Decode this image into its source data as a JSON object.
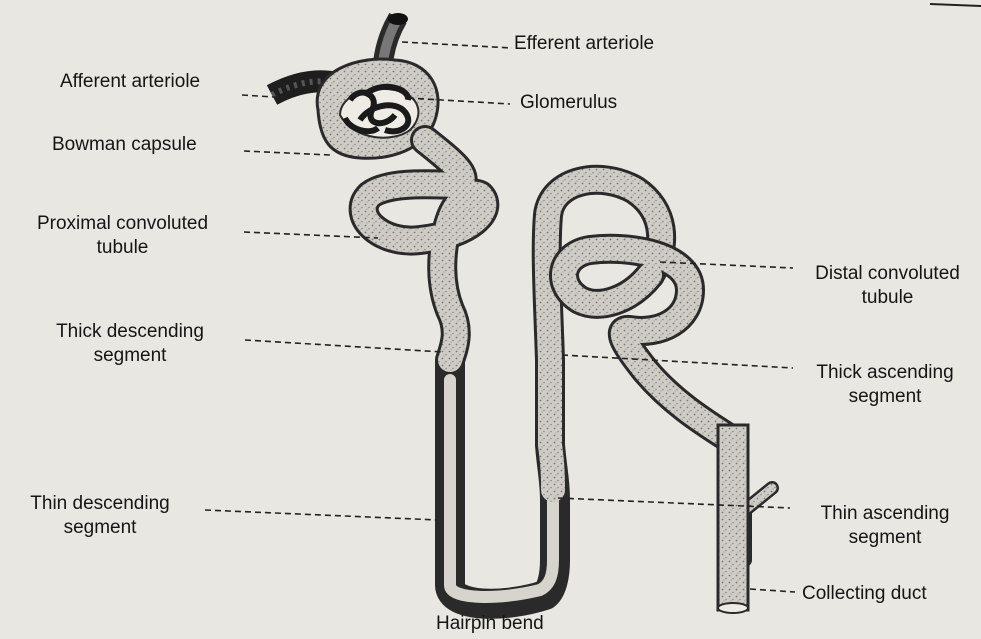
{
  "labels": {
    "efferent_arteriole": "Efferent arteriole",
    "afferent_arteriole": "Afferent arteriole",
    "glomerulus": "Glomerulus",
    "bowman_capsule": "Bowman capsule",
    "pct_line1": "Proximal convoluted",
    "pct_line2": "tubule",
    "dct_line1": "Distal convoluted",
    "dct_line2": "tubule",
    "thick_desc_line1": "Thick descending",
    "thick_desc_line2": "segment",
    "thick_asc_line1": "Thick ascending",
    "thick_asc_line2": "segment",
    "thin_desc_line1": "Thin descending",
    "thin_desc_line2": "segment",
    "thin_asc_line1": "Thin ascending",
    "thin_asc_line2": "segment",
    "collecting_duct": "Collecting duct",
    "hairpin_bend": "Hairpin bend"
  }
}
